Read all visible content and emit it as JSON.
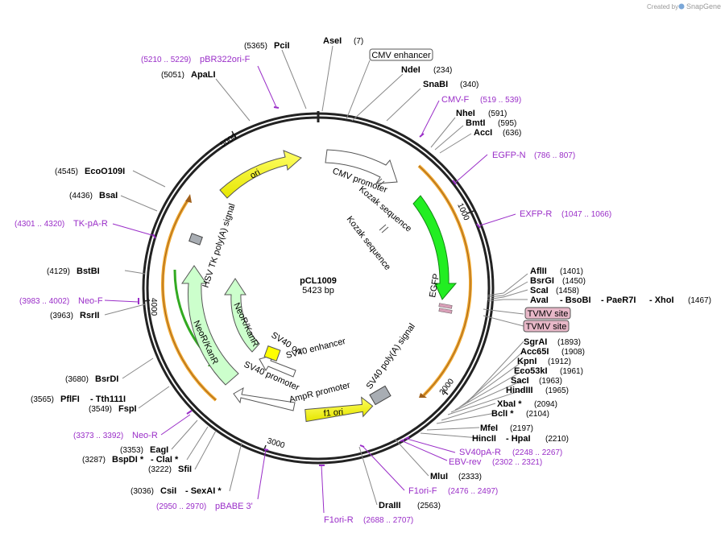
{
  "watermark": {
    "created_by": "Created by",
    "brand": "SnapGene",
    "color": "#999999"
  },
  "plasmid": {
    "name": "pCL1009",
    "size": "5423 bp"
  },
  "ticks": [
    "1000",
    "2000",
    "3000",
    "4000",
    "5000"
  ],
  "features": {
    "cmv_promoter": "CMV promoter",
    "kozak1": "Kozak sequence",
    "kozak2": "Kozak sequence",
    "egfp": "EGFP",
    "sv40_polya": "SV40 poly(A) signal",
    "f1_ori": "f1 ori",
    "ampr_promoter": "AmpR promoter",
    "sv40_promoter": "SV40 promoter",
    "sv40_enhancer": "SV40 enhancer",
    "sv40_ori": "SV40 ori",
    "neor_inner": "NeoR/KanR",
    "neor_outer": "NeoR/KanR",
    "hsv_tk": "HSV TK poly(A) signal",
    "ori": "ori"
  },
  "boxed": {
    "cmv_enhancer": "CMV enhancer",
    "tvmv1": "TVMV site",
    "tvmv2": "TVMV site"
  },
  "sites_right": [
    {
      "name": "AseI",
      "pos": "(7)"
    },
    {
      "name": "NdeI",
      "pos": "(234)"
    },
    {
      "name": "SnaBI",
      "pos": "(340)"
    },
    {
      "name": "NheI",
      "pos": "(591)"
    },
    {
      "name": "BmtI",
      "pos": "(595)"
    },
    {
      "name": "AccI",
      "pos": "(636)"
    },
    {
      "name": "AflII",
      "pos": "(1401)"
    },
    {
      "name": "BsrGI",
      "pos": "(1450)"
    },
    {
      "name": "ScaI",
      "pos": "(1458)"
    },
    {
      "name": "SgrAI",
      "pos": "(1893)"
    },
    {
      "name": "Acc65I",
      "pos": "(1908)"
    },
    {
      "name": "KpnI",
      "pos": "(1912)"
    },
    {
      "name": "Eco53kI",
      "pos": "(1961)"
    },
    {
      "name": "SacI",
      "pos": "(1963)"
    },
    {
      "name": "HindIII",
      "pos": "(1965)"
    },
    {
      "name": "BclI *",
      "pos": "(2104)"
    },
    {
      "name": "MfeI",
      "pos": "(2197)"
    },
    {
      "name": "MluI",
      "pos": "(2333)"
    },
    {
      "name": "DraIII",
      "pos": "(2563)"
    }
  ],
  "multi_sites": {
    "ava": {
      "a": "AvaI",
      "b": "- BsoBI",
      "c": "- PaeR7I",
      "d": "- XhoI",
      "pos": "(1467)"
    },
    "xba": {
      "a": "XbaI *",
      "pos": "(2094)"
    },
    "hinc": {
      "a": "HincII",
      "b": "- HpaI",
      "pos": "(2210)"
    },
    "pfl": {
      "pos": "(3565)",
      "a": "PflFI",
      "b": "- Tth111I"
    },
    "bsp": {
      "pos": "(3287)",
      "a": "BspDI *",
      "b": "- ClaI *"
    },
    "csi": {
      "pos": "(3036)",
      "a": "CsiI",
      "b": "- SexAI *"
    }
  },
  "sites_left": [
    {
      "name": "PciI",
      "pos": "(5365)"
    },
    {
      "name": "ApaLI",
      "pos": "(5051)"
    },
    {
      "name": "EcoO109I",
      "pos": "(4545)"
    },
    {
      "name": "BsaI",
      "pos": "(4436)"
    },
    {
      "name": "BstBI",
      "pos": "(4129)"
    },
    {
      "name": "RsrII",
      "pos": "(3963)"
    },
    {
      "name": "BsrDI",
      "pos": "(3680)"
    },
    {
      "name": "FspI",
      "pos": "(3549)"
    },
    {
      "name": "EagI",
      "pos": "(3353)"
    },
    {
      "name": "SfiI",
      "pos": "(3222)"
    }
  ],
  "primers": [
    {
      "name": "pBR322ori-F",
      "pos": "(5210 .. 5229)"
    },
    {
      "name": "CMV-F",
      "pos": "(519 .. 539)"
    },
    {
      "name": "EGFP-N",
      "pos": "(786 .. 807)"
    },
    {
      "name": "EXFP-R",
      "pos": "(1047 .. 1066)"
    },
    {
      "name": "TK-pA-R",
      "pos": "(4301 .. 4320)"
    },
    {
      "name": "Neo-F",
      "pos": "(3983 .. 4002)"
    },
    {
      "name": "Neo-R",
      "pos": "(3373 .. 3392)"
    },
    {
      "name": "pBABE 3'",
      "pos": "(2950 .. 2970)"
    },
    {
      "name": "F1ori-R",
      "pos": "(2688 .. 2707)"
    },
    {
      "name": "F1ori-F",
      "pos": "(2476 .. 2497)"
    },
    {
      "name": "EBV-rev",
      "pos": "(2302 .. 2321)"
    },
    {
      "name": "SV40pA-R",
      "pos": "(2248 .. 2267)"
    }
  ],
  "colors": {
    "primer": "#9a2ec8",
    "egfp": "#22ee22",
    "ori": "#ffff00",
    "neor": "#ccffcc",
    "orange_track": "#f0a830",
    "tvmv_box": "#e8b8c8"
  }
}
